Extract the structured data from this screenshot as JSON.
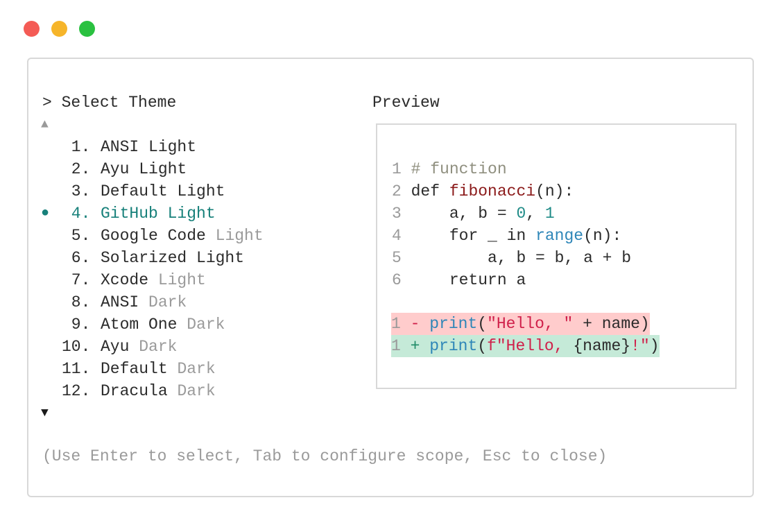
{
  "window": {
    "controls": [
      {
        "name": "close",
        "color": "#f45b55"
      },
      {
        "name": "minimize",
        "color": "#f6b52a"
      },
      {
        "name": "maximize",
        "color": "#2ac140"
      }
    ]
  },
  "selector": {
    "prompt": ">",
    "title": "Select Theme",
    "scroll_up_icon": "triangle-up",
    "scroll_down_icon": "triangle-down",
    "selected_marker": "●",
    "selected_color": "#17807a",
    "items": [
      {
        "num": "1.",
        "name": "ANSI Light",
        "suffix": ""
      },
      {
        "num": "2.",
        "name": "Ayu Light",
        "suffix": ""
      },
      {
        "num": "3.",
        "name": "Default Light",
        "suffix": ""
      },
      {
        "num": "4.",
        "name": "GitHub Light",
        "suffix": "",
        "selected": true
      },
      {
        "num": "5.",
        "name": "Google Code",
        "suffix": "Light"
      },
      {
        "num": "6.",
        "name": "Solarized Light",
        "suffix": ""
      },
      {
        "num": "7.",
        "name": "Xcode",
        "suffix": "Light"
      },
      {
        "num": "8.",
        "name": "ANSI",
        "suffix": "Dark"
      },
      {
        "num": "9.",
        "name": "Atom One",
        "suffix": "Dark"
      },
      {
        "num": "10.",
        "name": "Ayu",
        "suffix": "Dark"
      },
      {
        "num": "11.",
        "name": "Default",
        "suffix": "Dark"
      },
      {
        "num": "12.",
        "name": "Dracula",
        "suffix": "Dark"
      }
    ],
    "help": "(Use Enter to select, Tab to configure scope, Esc to close)"
  },
  "preview": {
    "title": "Preview",
    "code": [
      {
        "n": "1",
        "tokens": [
          [
            "comment",
            "# function"
          ]
        ]
      },
      {
        "n": "2",
        "tokens": [
          [
            "plain",
            "def "
          ],
          [
            "func",
            "fibonacci"
          ],
          [
            "plain",
            "(n):"
          ]
        ]
      },
      {
        "n": "3",
        "tokens": [
          [
            "plain",
            "    a, b = "
          ],
          [
            "num",
            "0"
          ],
          [
            "plain",
            ", "
          ],
          [
            "num",
            "1"
          ]
        ]
      },
      {
        "n": "4",
        "tokens": [
          [
            "plain",
            "    for _ in "
          ],
          [
            "builtin",
            "range"
          ],
          [
            "plain",
            "(n):"
          ]
        ]
      },
      {
        "n": "5",
        "tokens": [
          [
            "plain",
            "        a, b = b, a + b"
          ]
        ]
      },
      {
        "n": "6",
        "tokens": [
          [
            "plain",
            "    return a"
          ]
        ]
      }
    ],
    "diff": [
      {
        "n": "1",
        "kind": "del",
        "sign": "-",
        "tokens": [
          [
            "builtin",
            "print"
          ],
          [
            "plain",
            "("
          ],
          [
            "str",
            "\"Hello, \""
          ],
          [
            "plain",
            " + name)"
          ]
        ]
      },
      {
        "n": "1",
        "kind": "add",
        "sign": "+",
        "tokens": [
          [
            "builtin",
            "print"
          ],
          [
            "plain",
            "("
          ],
          [
            "str",
            "f\"Hello, "
          ],
          [
            "plain",
            "{name}"
          ],
          [
            "str",
            "!\""
          ],
          [
            "plain",
            ")"
          ]
        ]
      }
    ]
  }
}
